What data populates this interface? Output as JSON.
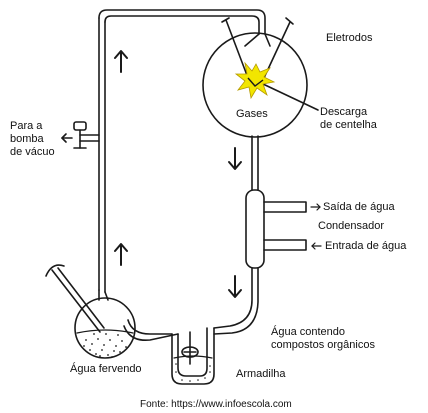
{
  "labels": {
    "eletrodos": "Eletrodos",
    "gases": "Gases",
    "descarga_line1": "Descarga",
    "descarga_line2": "de centelha",
    "bomba_line1": "Para a",
    "bomba_line2": "bomba",
    "bomba_line3": "de vácuo",
    "saida": "Saída de água",
    "condensador": "Condensador",
    "entrada": "Entrada de água",
    "agua_contendo_line1": "Água contendo",
    "agua_contendo_line2": "compostos orgânicos",
    "agua_fervendo": "Água fervendo",
    "armadilha": "Armadilha",
    "fonte": "Fonte: https://www.infoescola.com"
  },
  "colors": {
    "line": "#1a1a1a",
    "spark": "#f2e600",
    "spark_outline": "#b59a00",
    "background": "#ffffff"
  },
  "icons": [
    "arrow-up-icon",
    "arrow-down-icon",
    "spark-icon",
    "stopcock-icon",
    "arrow-right-icon",
    "arrow-left-icon"
  ]
}
